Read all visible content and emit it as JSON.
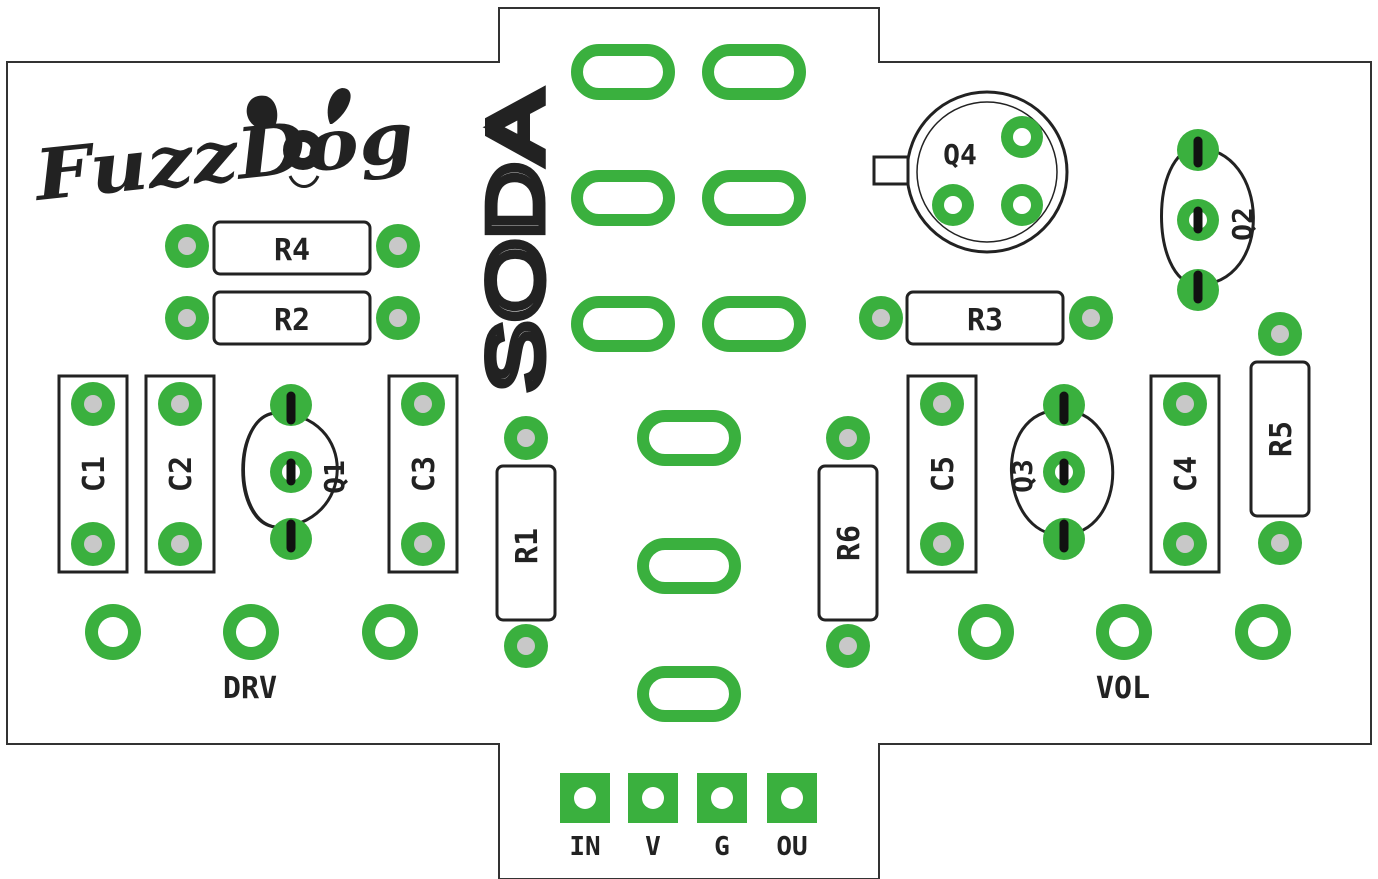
{
  "board": {
    "brand_logo_text": "FuzzDog",
    "project_name": "SODA",
    "colors": {
      "pad": "#3ab03e",
      "drill": "#c8c8c8",
      "silkscreen": "#222222",
      "outline": "#333333",
      "background": "#ffffff"
    }
  },
  "components": {
    "R1": "R1",
    "R2": "R2",
    "R3": "R3",
    "R4": "R4",
    "R5": "R5",
    "R6": "R6",
    "C1": "C1",
    "C2": "C2",
    "C3": "C3",
    "C4": "C4",
    "C5": "C5",
    "Q1": "Q1",
    "Q2": "Q2",
    "Q3": "Q3",
    "Q4": "Q4"
  },
  "pots": {
    "drive": "DRV",
    "volume": "VOL"
  },
  "connectors": {
    "in": "IN",
    "v": "V",
    "g": "G",
    "out": "OU"
  },
  "icons": {
    "logo": "dog-head-icon"
  }
}
